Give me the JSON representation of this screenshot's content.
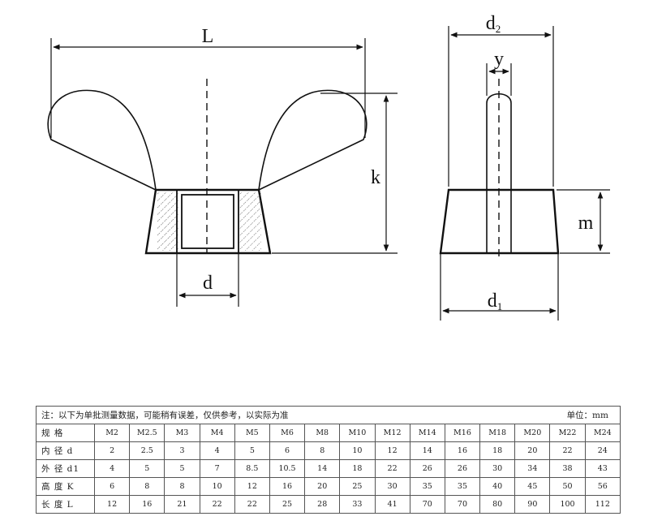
{
  "dimension_labels": {
    "L": "L",
    "k": "k",
    "d": "d",
    "d2": "d",
    "d2_sub": "2",
    "y": "y",
    "m": "m",
    "d1": "d",
    "d1_sub": "1"
  },
  "table": {
    "note": "注：以下为单批测量数据，可能稍有误差，仅供参考，以实际为准",
    "unit": "单位：mm",
    "rows": [
      {
        "label": "规 格",
        "values": [
          "M2",
          "M2.5",
          "M3",
          "M4",
          "M5",
          "M6",
          "M8",
          "M10",
          "M12",
          "M14",
          "M16",
          "M18",
          "M20",
          "M22",
          "M24"
        ]
      },
      {
        "label": "内 径 d",
        "values": [
          "2",
          "2.5",
          "3",
          "4",
          "5",
          "6",
          "8",
          "10",
          "12",
          "14",
          "16",
          "18",
          "20",
          "22",
          "24"
        ]
      },
      {
        "label": "外 径 d1",
        "values": [
          "4",
          "5",
          "5",
          "7",
          "8.5",
          "10.5",
          "14",
          "18",
          "22",
          "26",
          "26",
          "30",
          "34",
          "38",
          "43"
        ]
      },
      {
        "label": "高 度 K",
        "values": [
          "6",
          "8",
          "8",
          "10",
          "12",
          "16",
          "20",
          "25",
          "30",
          "35",
          "35",
          "40",
          "45",
          "50",
          "56"
        ]
      },
      {
        "label": "长 度 L",
        "values": [
          "12",
          "16",
          "21",
          "22",
          "22",
          "25",
          "28",
          "33",
          "41",
          "70",
          "70",
          "80",
          "90",
          "100",
          "112"
        ]
      }
    ]
  }
}
